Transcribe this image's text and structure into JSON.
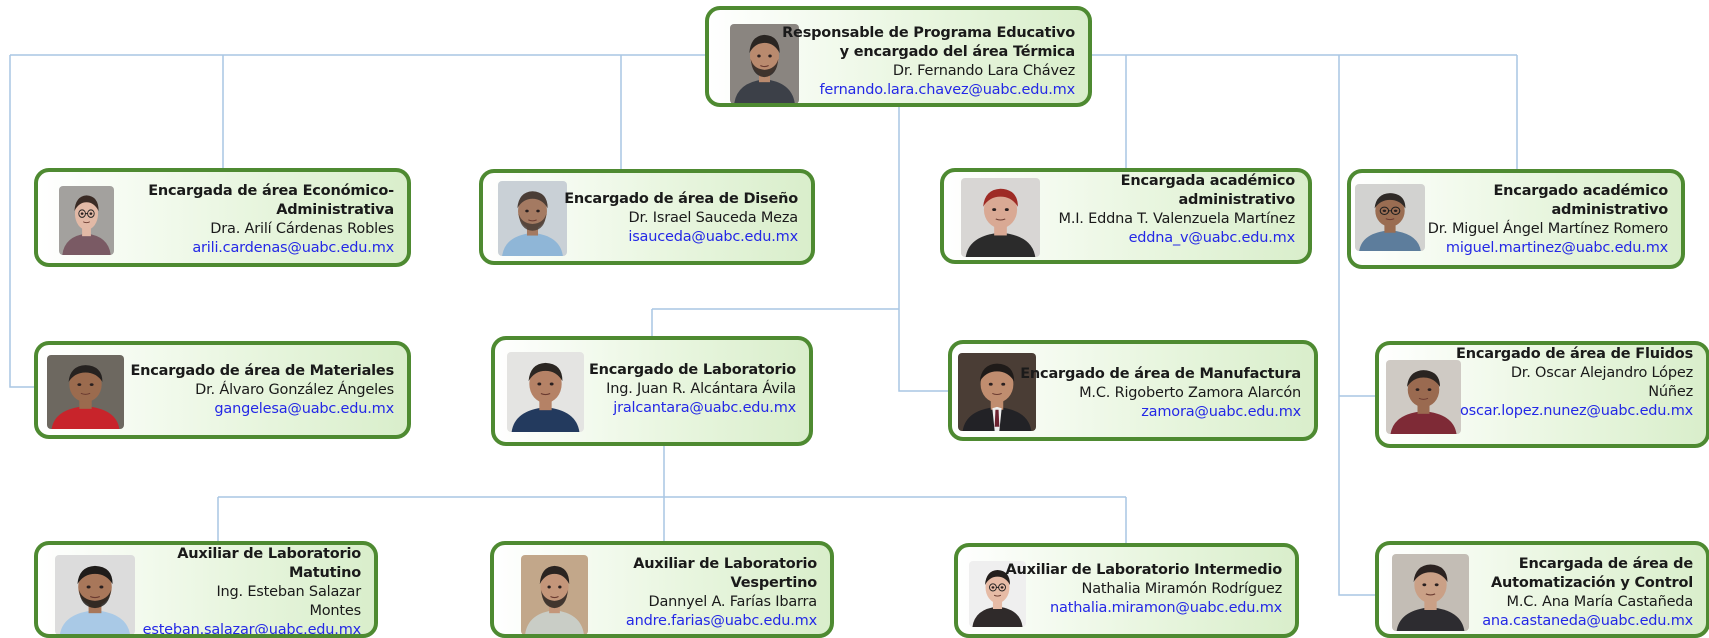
{
  "colors": {
    "connector": "#a9c6e4",
    "card_border": "#4e8a31",
    "email": "#2428e6"
  },
  "cards": [
    {
      "title": [
        "Responsable de Programa Educativo",
        "y encargado del área Térmica"
      ],
      "name": [
        "Dr. Fernando Lara Chávez"
      ],
      "email": "fernando.lara.chavez@uabc.edu.mx",
      "photo": {
        "skin": "#b98a6e",
        "hair": "#2a2522",
        "shirt": "#3c4048",
        "bg": "#8a8580",
        "beard": true
      }
    },
    {
      "title": [
        "Encargada de área Económico-",
        "Administrativa"
      ],
      "name": [
        "Dra. Arilí Cárdenas Robles"
      ],
      "email": "arili.cardenas@uabc.edu.mx",
      "photo": {
        "skin": "#e2b9a6",
        "hair": "#3a2b25",
        "shirt": "#7a5a64",
        "bg": "#a3a19e",
        "glasses": true
      }
    },
    {
      "title": [
        "Encargado de área de Diseño"
      ],
      "name": [
        "Dr. Israel Sauceda Meza"
      ],
      "email": "isauceda@uabc.edu.mx",
      "photo": {
        "skin": "#a47a62",
        "hair": "#4a3d36",
        "shirt": "#8fb6d7",
        "bg": "#c9d0d6",
        "beard": true
      }
    },
    {
      "title": [
        "Encargada académico",
        "administrativo"
      ],
      "name": [
        "M.I. Eddna T. Valenzuela Martínez"
      ],
      "email": "eddna_v@uabc.edu.mx",
      "photo": {
        "skin": "#d9a994",
        "hair": "#9e2b25",
        "shirt": "#2b2b2b",
        "bg": "#d8d6d4"
      }
    },
    {
      "title": [
        "Encargado académico",
        "administrativo"
      ],
      "name": [
        "Dr. Miguel Ángel Martínez Romero"
      ],
      "email": "miguel.martinez@uabc.edu.mx",
      "photo": {
        "skin": "#9a6d52",
        "hair": "#2f2a27",
        "shirt": "#5d7d9c",
        "bg": "#d2d2d0",
        "glasses": true
      }
    },
    {
      "title": [
        "Encargado de área de Materiales"
      ],
      "name": [
        "Dr. Álvaro González Ángeles"
      ],
      "email": "gangelesa@uabc.edu.mx",
      "photo": {
        "skin": "#9b6b4e",
        "hair": "#262220",
        "shirt": "#c8242b",
        "bg": "#6d6860"
      }
    },
    {
      "title": [
        "Encargado de Laboratorio"
      ],
      "name": [
        "Ing. Juan R. Alcántara Ávila"
      ],
      "email": "jralcantara@uabc.edu.mx",
      "photo": {
        "skin": "#b58266",
        "hair": "#2b2622",
        "shirt": "#233a5e",
        "bg": "#e4e4e2"
      }
    },
    {
      "title": [
        "Encargado de área de Manufactura"
      ],
      "name": [
        "M.C. Rigoberto Zamora Alarcón"
      ],
      "email": "zamora@uabc.edu.mx",
      "photo": {
        "skin": "#c08d6f",
        "hair": "#1f1b19",
        "shirt": "#222226",
        "bg": "#4a3d35",
        "tie": true
      }
    },
    {
      "title": [
        "Encargado de área de Fluidos"
      ],
      "name": [
        "Dr. Oscar Alejandro López",
        "Núñez"
      ],
      "email": "oscar.lopez.nunez@uabc.edu.mx",
      "photo": {
        "skin": "#9a6a50",
        "hair": "#2a2421",
        "shirt": "#7e2a36",
        "bg": "#cfcac4"
      }
    },
    {
      "title": [
        "Auxiliar de Laboratorio",
        "Matutino"
      ],
      "name": [
        "Ing. Esteban Salazar",
        "Montes"
      ],
      "email": "esteban.salazar@uabc.edu.mx",
      "photo": {
        "skin": "#a8775a",
        "hair": "#1f1c1a",
        "shirt": "#a9c9e6",
        "bg": "#dcdcdc",
        "beard": true
      }
    },
    {
      "title": [
        "Auxiliar de Laboratorio",
        "Vespertino"
      ],
      "name": [
        "Dannyel A. Farías Ibarra"
      ],
      "email": "andre.farias@uabc.edu.mx",
      "photo": {
        "skin": "#c4967a",
        "hair": "#2a2421",
        "shirt": "#c9cdc6",
        "bg": "#c2a78a",
        "beard": true
      }
    },
    {
      "title": [
        "Auxiliar de Laboratorio Intermedio"
      ],
      "name": [
        "Nathalia Miramón Rodríguez"
      ],
      "email": "nathalia.miramon@uabc.edu.mx",
      "photo": {
        "skin": "#e6bba6",
        "hair": "#231e1c",
        "shirt": "#2f2a2a",
        "bg": "#efefef",
        "glasses": true
      }
    },
    {
      "title": [
        "Encargada de área de",
        "Automatización y Control"
      ],
      "name": [
        "M.C. Ana María Castañeda"
      ],
      "email": "ana.castaneda@uabc.edu.mx",
      "photo": {
        "skin": "#caa086",
        "hair": "#2b2220",
        "shirt": "#2d2c30",
        "bg": "#c3bdb5"
      }
    }
  ]
}
